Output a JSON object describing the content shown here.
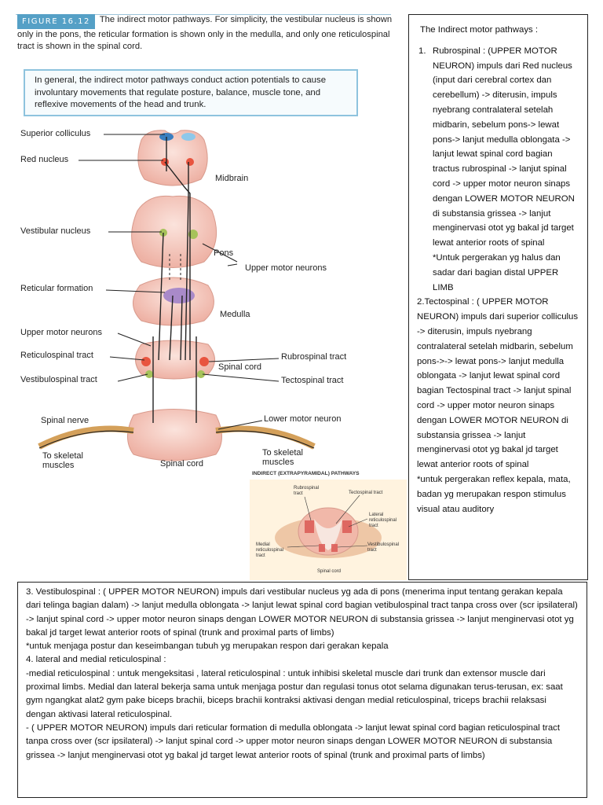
{
  "figure": {
    "label": "FIGURE 16.12",
    "caption": "The indirect motor pathways. For simplicity, the vestibular nucleus is shown only in the pons, the reticular formation is shown only in the medulla, and only one reticulospinal tract is shown in the spinal cord.",
    "intro": "In general, the indirect motor pathways conduct action potentials to cause involuntary movements that regulate posture, balance, muscle tone, and reflexive movements of the head and trunk."
  },
  "diagram_labels": {
    "superior_colliculus": "Superior colliculus",
    "red_nucleus": "Red nucleus",
    "midbrain": "Midbrain",
    "vestibular_nucleus": "Vestibular nucleus",
    "pons": "Pons",
    "upper_motor_neurons_right": "Upper motor neurons",
    "reticular_formation": "Reticular formation",
    "medulla": "Medulla",
    "upper_motor_neurons_left": "Upper motor neurons",
    "reticulospinal_tract": "Reticulospinal tract",
    "rubrospinal_tract": "Rubrospinal tract",
    "spinal_cord_mid": "Spinal cord",
    "vestibulospinal_tract": "Vestibulospinal tract",
    "tectospinal_tract": "Tectospinal tract",
    "spinal_nerve": "Spinal nerve",
    "lower_motor_neuron": "Lower motor neuron",
    "to_skeletal_muscles_left": "To skeletal muscles",
    "to_skeletal_muscles_right": "To skeletal muscles",
    "spinal_cord_bottom": "Spinal cord"
  },
  "inset": {
    "title": "INDIRECT (EXTRAPYRAMIDAL) PATHWAYS",
    "rubrospinal": "Rubrospinal tract",
    "tectospinal": "Tectospinal tract",
    "lateral_reticulospinal": "Lateral reticulospinal tract",
    "medial_reticulospinal": "Medial reticulospinal tract",
    "vestibulospinal": "Vestibulospinal tract",
    "spinal_cord": "Spinal cord"
  },
  "right_notes": {
    "title": "The Indirect motor pathways :",
    "item1_num": "1.",
    "item1": "Rubrospinal : (UPPER MOTOR NEURON) impuls dari Red nucleus (input dari cerebral cortex dan cerebellum) -> diterusin, impuls nyebrang contralateral setelah midbarin, sebelum pons-> lewat pons-> lanjut medulla oblongata -> lanjut lewat spinal cord bagian tractus rubrospinal -> lanjut spinal cord -> upper motor neuron sinaps dengan LOWER MOTOR NEURON di substansia grissea -> lanjut menginervasi otot yg bakal jd target lewat anterior roots of spinal",
    "item1_note": "*Untuk pergerakan yg halus dan sadar dari bagian distal UPPER LIMB",
    "item2": "2.Tectospinal : ( UPPER MOTOR NEURON) impuls dari superior colliculus -> diterusin, impuls nyebrang contralateral setelah midbarin, sebelum pons->-> lewat pons-> lanjut medulla oblongata -> lanjut lewat spinal cord bagian Tectospinal tract -> lanjut spinal cord -> upper motor neuron sinaps dengan LOWER MOTOR NEURON di substansia grissea -> lanjut menginervasi otot yg bakal jd target lewat anterior roots of spinal",
    "item2_note": "*untuk pergerakan reflex kepala, mata, badan yg merupakan respon stimulus visual atau auditory"
  },
  "bottom_notes": {
    "p1": "3. Vestibulospinal : ( UPPER MOTOR  NEURON) impuls dari vestibular nucleus yg ada di pons (menerima input tentang gerakan kepala dari telinga bagian dalam) -> lanjut medulla oblongata -> lanjut lewat spinal cord bagian vetibulospinal tract tanpa cross over (scr ipsilateral) -> lanjut spinal cord -> upper motor neuron sinaps dengan LOWER MOTOR NEURON di substansia grissea -> lanjut menginervasi otot yg bakal jd target lewat anterior roots of spinal (trunk and proximal parts of limbs)",
    "p2": "*untuk menjaga postur dan keseimbangan tubuh yg merupakan respon dari gerakan kepala",
    "p3": "4. lateral and medial reticulospinal :",
    "p4": "-medial reticulospinal : untuk mengeksitasi , lateral reticulospinal : untuk inhibisi skeletal muscle dari trunk dan extensor muscle dari proximal limbs. Medial dan lateral bekerja sama untuk menjaga postur dan regulasi tonus otot selama digunakan terus-terusan, ex: saat gym ngangkat alat2 gym pake biceps brachii, biceps brachii kontraksi aktivasi dengan medial reticulospinal, triceps brachii relaksasi dengan aktivasi lateral reticulospinal.",
    "p5": "- ( UPPER MOTOR  NEURON) impuls dari reticular formation di medulla oblongata -> lanjut lewat spinal cord bagian reticulospinal tract tanpa cross over (scr ipsilateral) -> lanjut spinal cord -> upper motor neuron sinaps dengan LOWER MOTOR NEURON di substansia grissea -> lanjut menginervasi otot yg bakal jd target lewat anterior roots of spinal (trunk and proximal parts of limbs)"
  },
  "colors": {
    "accent_blue": "#55a0c6",
    "tissue": "#f4c7bd",
    "red_nucleus": "#e8543f",
    "vestibular": "#a6c25a",
    "reticular": "#a98ac9"
  }
}
